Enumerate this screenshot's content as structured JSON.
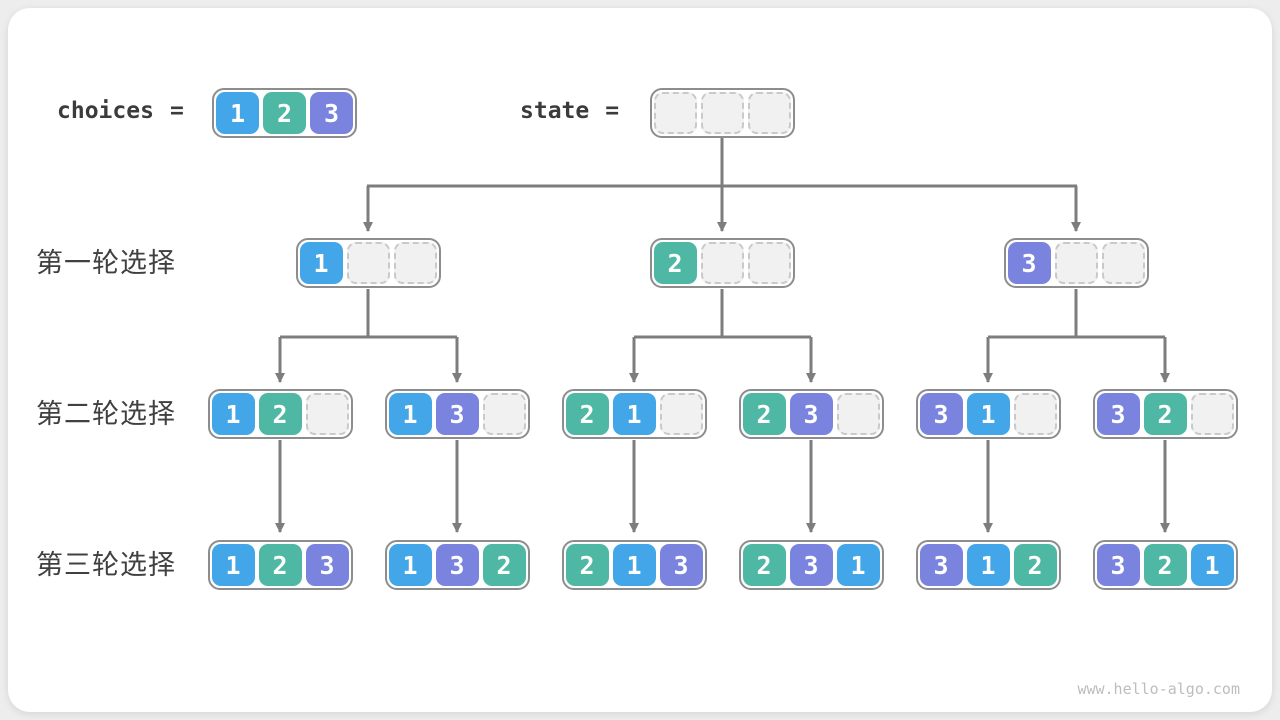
{
  "page": {
    "watermark": "www.hello-algo.com"
  },
  "colors": {
    "1": "#42a6e8",
    "2": "#4fb8a4",
    "3": "#7a84de"
  },
  "header": {
    "choices_label": "choices",
    "equals": "=",
    "choices_values": [
      1,
      2,
      3
    ],
    "state_label": "state",
    "state_cells": [
      null,
      null,
      null
    ]
  },
  "rows": [
    {
      "label": "第一轮选择",
      "nodes": [
        [
          1,
          null,
          null
        ],
        [
          2,
          null,
          null
        ],
        [
          3,
          null,
          null
        ]
      ]
    },
    {
      "label": "第二轮选择",
      "nodes": [
        [
          1,
          2,
          null
        ],
        [
          1,
          3,
          null
        ],
        [
          2,
          1,
          null
        ],
        [
          2,
          3,
          null
        ],
        [
          3,
          1,
          null
        ],
        [
          3,
          2,
          null
        ]
      ]
    },
    {
      "label": "第三轮选择",
      "nodes": [
        [
          1,
          2,
          3
        ],
        [
          1,
          3,
          2
        ],
        [
          2,
          1,
          3
        ],
        [
          2,
          3,
          1
        ],
        [
          3,
          1,
          2
        ],
        [
          3,
          2,
          1
        ]
      ]
    }
  ]
}
